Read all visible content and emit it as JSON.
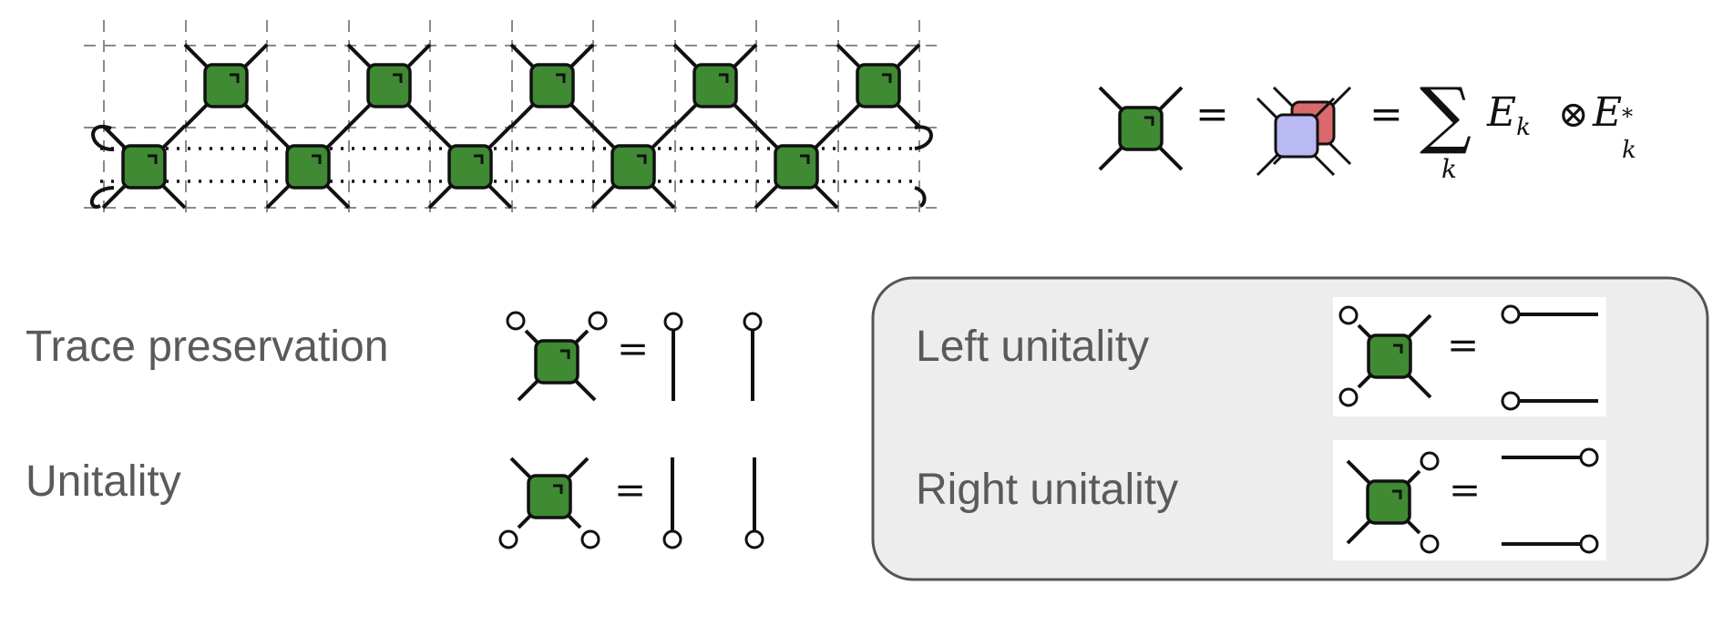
{
  "labels": {
    "trace_preservation": "Trace preservation",
    "unitality": "Unitality",
    "left_unitality": "Left unitality",
    "right_unitality": "Right unitality"
  },
  "equation": {
    "equals": "=",
    "sum_symbol": "∑",
    "sum_index": "k",
    "term_left": "E",
    "term_left_sub": "k",
    "tensor": "⊗",
    "term_right": "E",
    "term_right_sub": "k",
    "term_right_sup": "*"
  },
  "colors": {
    "gate_fill": "#3f8a33",
    "gate_stroke": "#111111",
    "kraus_red": "#d9696a",
    "kraus_blue": "#b9b9f4",
    "panel_fill": "#ededed",
    "panel_stroke": "#555555",
    "grid": "#8a8a8a",
    "label_text": "#5a5a5a"
  },
  "icons": {
    "gate": "green-gate-icon",
    "cap": "open-circle-cap-icon"
  }
}
